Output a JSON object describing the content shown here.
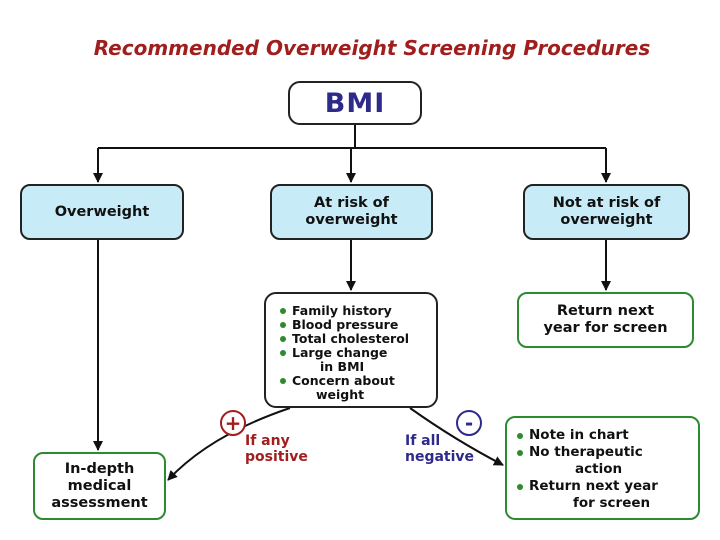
{
  "title": "Recommended Overweight Screening Procedures",
  "nodes": {
    "bmi": "BMI",
    "overweight": "Overweight",
    "at_risk": "At risk of overweight",
    "not_at_risk": "Not at risk of overweight",
    "return_next_year": "Return next year for screen",
    "in_depth": "In-depth medical assessment"
  },
  "risk_factors": [
    "Family history",
    "Blood pressure",
    "Total cholesterol",
    "Large change",
    "in BMI",
    "Concern about",
    "weight"
  ],
  "negative_actions": [
    "Note in chart",
    "No therapeutic",
    "action",
    "Return next year",
    "for screen"
  ],
  "labels": {
    "plus_sign": "+",
    "minus_sign": "-",
    "if_any_positive": "If any positive",
    "if_all_negative": "If all negative"
  },
  "colors": {
    "title": "#a01e1e",
    "bmi_text": "#2e2a8a",
    "blue_box_fill": "#c8ecf7",
    "green_border": "#2e8a2e",
    "positive": "#a01e1e",
    "negative": "#2e2a8a"
  }
}
